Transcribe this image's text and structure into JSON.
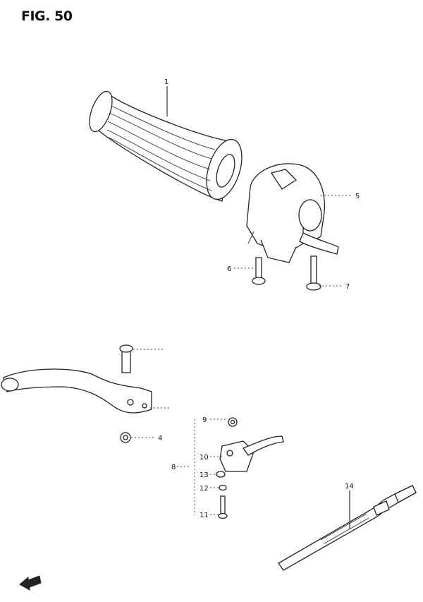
{
  "figure": {
    "title": "FIG. 50"
  },
  "labels": {
    "p1": "1",
    "p4": "4",
    "p5": "5",
    "p6": "6",
    "p7": "7",
    "p8": "8",
    "p9": "9",
    "p10": "10",
    "p11": "11",
    "p12": "12",
    "p13": "13",
    "p14": "14"
  },
  "colors": {
    "ink": "#222222",
    "background": "#ffffff"
  },
  "icons": {
    "front_arrow": "front-arrow-icon"
  }
}
